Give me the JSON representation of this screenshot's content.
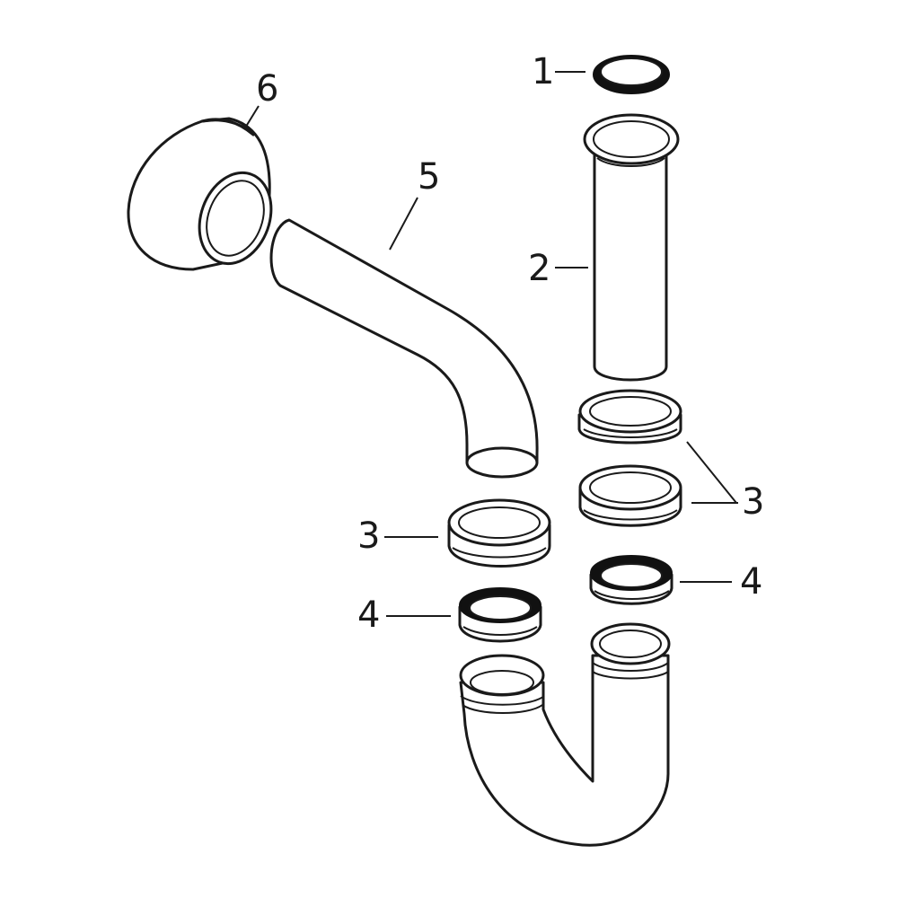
{
  "diagram": {
    "callouts": [
      {
        "id": "callout-1",
        "text": "1"
      },
      {
        "id": "callout-2",
        "text": "2"
      },
      {
        "id": "callout-3-right",
        "text": "3"
      },
      {
        "id": "callout-3-left",
        "text": "3"
      },
      {
        "id": "callout-4-right",
        "text": "4"
      },
      {
        "id": "callout-4-left",
        "text": "4"
      },
      {
        "id": "callout-5",
        "text": "5"
      },
      {
        "id": "callout-6",
        "text": "6"
      }
    ]
  }
}
